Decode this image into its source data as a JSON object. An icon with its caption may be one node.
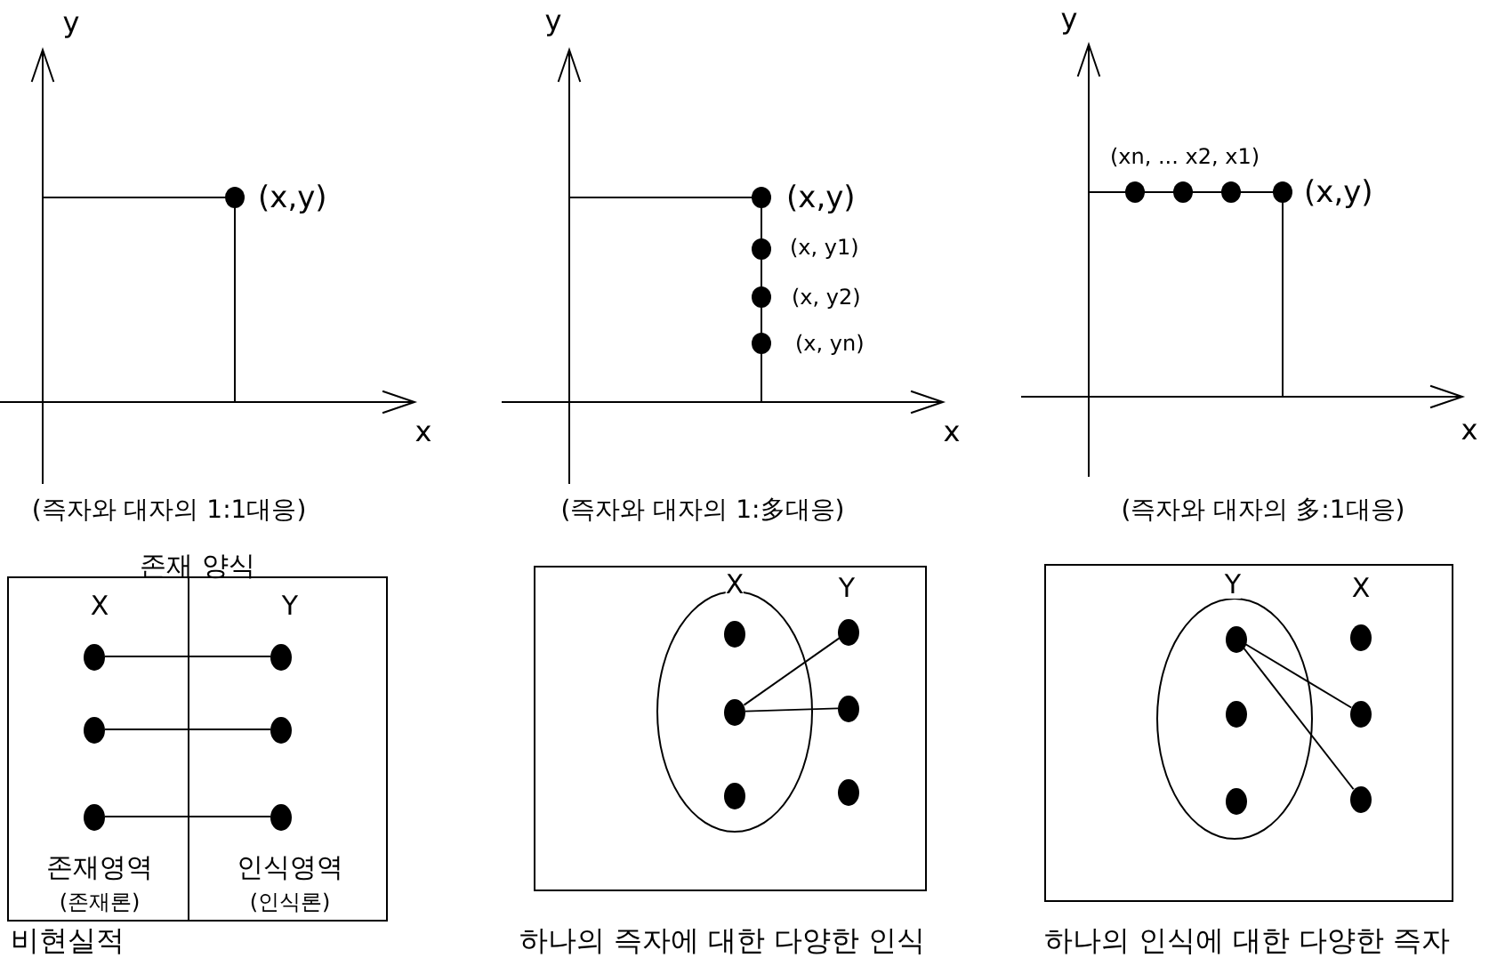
{
  "diagram": {
    "nodes": [
      {
        "text": [
          "존재 양식"
        ],
        "beside": [
          "비현실적"
        ]
      },
      {
        "text": [],
        "shape": "circle",
        "in": 0
      },
      {
        "text": [],
        "shape": "circle",
        "in": 0
      },
      {
        "text": [],
        "shape": "circle",
        "in": 0
      },
      {
        "text": [],
        "shape": "circle",
        "in": 0
      },
      {
        "text": [],
        "shape": "circle",
        "in": 0
      },
      {
        "text": [],
        "shape": "circle",
        "in": 0
      },
      {
        "text": [],
        "shape": "box",
        "beside": [
          "하나의 즉자에 대한 다양한 인식"
        ]
      },
      {
        "text": [],
        "shape": "ellipse",
        "in": 7
      },
      {
        "text": [],
        "shape": "circle",
        "in": 8
      },
      {
        "text": [],
        "shape": "circle",
        "in": 8
      },
      {
        "text": [],
        "shape": "circle",
        "in": 8
      },
      {
        "text": [],
        "shape": "circle",
        "in": 7
      },
      {
        "text": [],
        "shape": "circle",
        "in": 7
      },
      {
        "text": [],
        "shape": "circle",
        "in": 7
      },
      {
        "text": [],
        "shape": "box",
        "beside": [
          "하나의 인식에 대한 다양한 즉자"
        ]
      },
      {
        "text": [],
        "shape": "ellipse",
        "in": 15
      },
      {
        "text": [],
        "shape": "circle",
        "in": 16
      },
      {
        "text": [],
        "shape": "circle",
        "in": 16
      },
      {
        "text": [],
        "shape": "circle",
        "in": 16
      },
      {
        "text": [],
        "shape": "circle",
        "in": 15
      },
      {
        "text": [],
        "shape": "circle",
        "in": 15
      },
      {
        "text": [],
        "shape": "circle",
        "in": 15
      }
    ],
    "edges": [
      {
        "from": 1,
        "to": 2,
        "arrow": "none"
      },
      {
        "from": 3,
        "to": 4,
        "arrow": "none"
      },
      {
        "from": 5,
        "to": 6,
        "arrow": "none"
      },
      {
        "from": 10,
        "to": 12,
        "arrow": "none"
      },
      {
        "from": 10,
        "to": 13,
        "arrow": "none"
      },
      {
        "from": 17,
        "to": 21,
        "arrow": "none"
      },
      {
        "from": 17,
        "to": 22,
        "arrow": "none"
      }
    ],
    "labels": [
      "y",
      "(x,y)",
      "x",
      "(즉자와 대자의 1:1대응)",
      "y",
      "(x,y)",
      "(x, y1)",
      "(x, y2)",
      "(x, yn)",
      "x",
      "(즉자와 대자의 1:多대응)",
      "y",
      "(xn, ... x2, x1)",
      "(x,y)",
      "x",
      "(즉자와 대자의 多:1대응)",
      "X",
      "Y",
      "존재영역",
      "(존재론)",
      "인식영역",
      "(인식론)",
      "X",
      "Y",
      "Y",
      "X"
    ]
  }
}
